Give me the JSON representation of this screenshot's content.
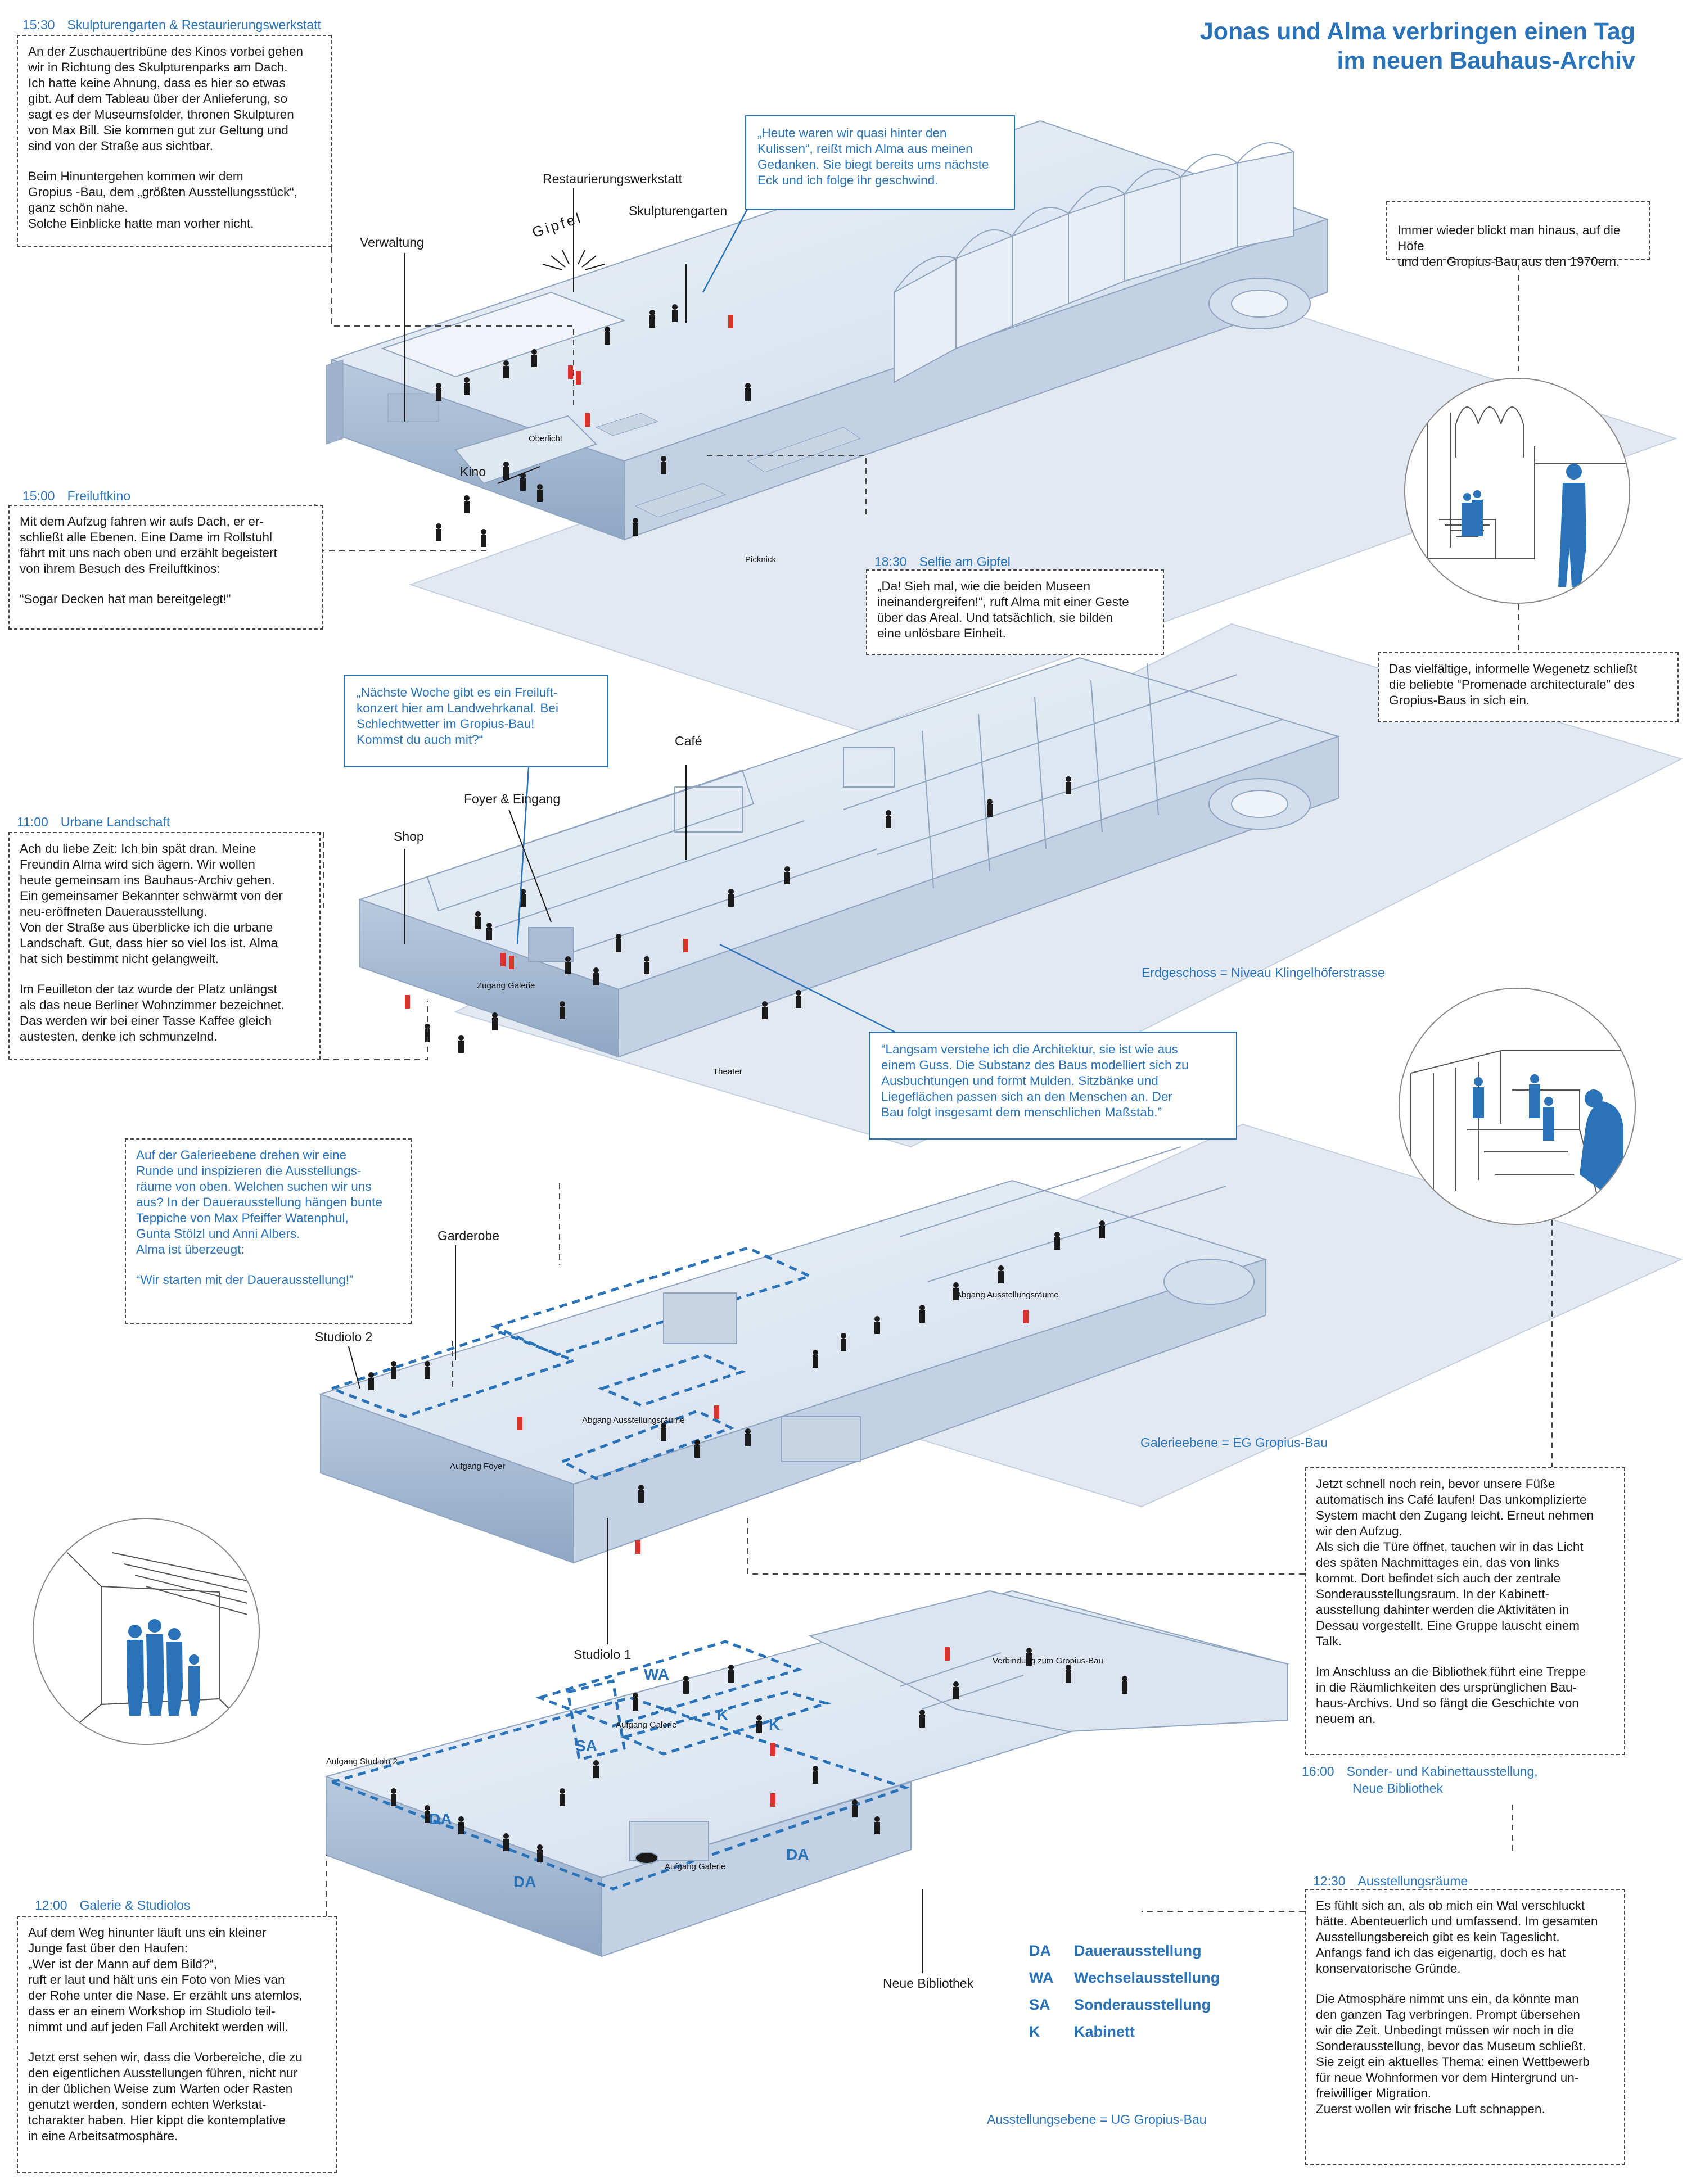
{
  "title": {
    "line1": "Jonas und Alma verbringen einen Tag",
    "line2": "im neuen Bauhaus-Archiv"
  },
  "colors": {
    "accent": "#2a73b8",
    "building": "#d8e2ef",
    "building_shadow": "#a9bcd4",
    "text": "#1a1a1a"
  },
  "stamps": {
    "s1": {
      "time": "15:30",
      "label": "Skulpturengarten & Restaurierungswerkstatt"
    },
    "s2": {
      "time": "15:00",
      "label": "Freiluftkino"
    },
    "s3": {
      "time": "18:30",
      "label": "Selfie am Gipfel"
    },
    "s4": {
      "time": "11:00",
      "label": "Urbane Landschaft"
    },
    "s5": {
      "time": "16:00",
      "label": "Sonder- und Kabinettausstellung,",
      "label2": "Neue Bibliothek"
    },
    "s6": {
      "time": "12:30",
      "label": "Ausstellungsräume"
    },
    "s7": {
      "time": "12:00",
      "label": "Galerie & Studiolos"
    }
  },
  "notes": {
    "skulpturen": {
      "p1": "An der Zuschauertribüne des Kinos vorbei gehen\nwir in Richtung des Skulpturenparks am Dach.\nIch hatte keine Ahnung, dass es hier so etwas\ngibt. Auf dem Tableau über der Anlieferung, so\nsagt es der Museumsfolder, thronen Skulpturen\nvon Max Bill. Sie kommen gut zur Geltung und\nsind von der Straße aus sichtbar.",
      "p2": "Beim Hinuntergehen kommen wir dem\nGropius -Bau, dem „größten Ausstellungsstück“,\nganz schön nahe.\nSolche Einblicke hatte man vorher nicht."
    },
    "freiluftkino": {
      "p1": "Mit dem Aufzug fahren wir aufs Dach, er er-\nschließt alle Ebenen. Eine Dame im Rollstuhl\nfährt mit uns nach oben und erzählt begeistert\nvon ihrem Besuch des Freiluftkinos:",
      "p2": "“Sogar Decken hat man bereitgelegt!”"
    },
    "selfie": {
      "p1": "„Da! Sieh mal, wie die beiden Museen\nineinandergreifen!“,  ruft Alma mit einer Geste\nüber das Areal. Und tatsächlich, sie bilden\neine unlösbare Einheit."
    },
    "hoefe": {
      "p1": "Immer wieder blickt man hinaus, auf die Höfe\nund den Gropius-Bau aus den 1970ern."
    },
    "wegenetz": {
      "p1": "Das vielfältige, informelle Wegenetz schließt\ndie beliebte “Promenade architecturale” des\nGropius-Baus in sich ein."
    },
    "urban": {
      "p1": "Ach du liebe Zeit: Ich bin spät dran. Meine\nFreundin Alma wird sich ägern. Wir wollen\nheute gemeinsam ins Bauhaus-Archiv gehen.\nEin gemeinsamer Bekannter schwärmt von der\nneu-eröffneten Dauerausstellung.\nVon der Straße aus überblicke ich die urbane\nLandschaft. Gut, dass hier so viel los ist. Alma\nhat sich bestimmt nicht gelangweilt.",
      "p2": "Im Feuilleton der taz wurde der Platz unlängst\nals das neue Berliner Wohnzimmer bezeichnet.\nDas werden wir bei einer Tasse Kaffee gleich\naustesten, denke ich schmunzelnd."
    },
    "galerieebene": {
      "p1": "Auf der Galerieebene drehen wir eine\nRunde und inspizieren die Ausstellungs-\nräume von oben. Welchen suchen wir uns\naus? In der Dauerausstellung hängen bunte\nTeppiche von Max Pfeiffer Watenphul,\nGunta Stölzl und Anni Albers.\nAlma ist überzeugt:",
      "p2": "“Wir starten mit der Dauerausstellung!”"
    },
    "cafe": {
      "p1": "Jetzt schnell noch rein, bevor unsere Füße\nautomatisch ins Café laufen! Das unkomplizierte\nSystem macht den Zugang leicht. Erneut nehmen\nwir den Aufzug.\nAls sich die Türe öffnet, tauchen wir in das Licht\ndes späten Nachmittages ein, das von links\nkommt. Dort befindet sich auch der zentrale\nSonderausstellungsraum. In der Kabinett-\nausstellung dahinter werden die Aktivitäten in\nDessau vorgestellt. Eine Gruppe lauscht einem\nTalk.",
      "p2": "Im Anschluss an die Bibliothek führt eine Treppe\nin die Räumlichkeiten des ursprünglichen Bau-\nhaus-Archivs. Und so fängt die Geschichte von\nneuem an."
    },
    "wal": {
      "p1": "Es fühlt sich an, als ob mich ein Wal verschluckt\nhätte. Abenteuerlich und umfassend. Im gesamten\nAusstellungsbereich gibt es kein Tageslicht.\nAnfangs fand ich das eigenartig, doch es hat\nkonservatorische Gründe.",
      "p2": "Die Atmosphäre nimmt uns ein, da könnte man\nden ganzen Tag verbringen. Prompt übersehen\nwir die Zeit. Unbedingt müssen wir noch in die\nSonderausstellung, bevor das Museum schließt.\nSie zeigt ein aktuelles Thema: einen Wettbewerb\nfür neue Wohnformen vor dem Hintergrund un-\nfreiwilliger Migration.\nZuerst wollen wir frische Luft schnappen."
    },
    "studiolos": {
      "p1": "Auf dem Weg hinunter läuft uns ein kleiner\nJunge fast über den Haufen:\n„Wer ist der Mann auf dem Bild?“,\nruft er laut und hält uns ein Foto von Mies van\nder Rohe unter die Nase. Er erzählt uns atemlos,\ndass er an einem Workshop im Studiolo teil-\nnimmt und auf jeden Fall Architekt werden will.",
      "p2": "Jetzt erst sehen wir, dass die Vorbereiche, die zu\nden eigentlichen Ausstellungen führen, nicht nur\nin der üblichen Weise zum Warten oder Rasten\ngenutzt werden, sondern echten Werkstat-\ntcharakter haben. Hier kippt die kontemplative\nin eine Arbeitsatmosphäre."
    }
  },
  "bubbles": {
    "kulissen": "„Heute waren wir quasi hinter den\nKulissen“, reißt mich Alma aus meinen\nGedanken. Sie biegt bereits ums nächste\nEck und ich folge ihr geschwind.",
    "konzert": "„Nächste Woche gibt es ein Freiluft-\nkonzert hier am Landwehrkanal. Bei\nSchlechtwetter im Gropius-Bau!\nKommst du auch mit?“",
    "guss": "“Langsam verstehe ich die Architektur, sie ist wie aus\neinem Guss. Die Substanz des Baus modelliert sich zu\nAusbuchtungen und formt Mulden. Sitzbänke und\nLiegeflächen passen sich an den Menschen an. Der\nBau folgt insgesamt dem menschlichen Maßstab.”"
  },
  "labels": {
    "verwaltung": "Verwaltung",
    "restaurierung": "Restaurierungswerkstatt",
    "skulpturengarten": "Skulpturengarten",
    "gipfel": "Gipfel",
    "kino": "Kino",
    "oberlicht": "Oberlicht",
    "picknick": "Picknick",
    "cafe": "Café",
    "foyer": "Foyer & Eingang",
    "shop": "Shop",
    "zugang_galerie": "Zugang Galerie",
    "theater": "Theater",
    "garderobe": "Garderobe",
    "studiolo2": "Studiolo 2",
    "studiolo1": "Studiolo 1",
    "abgang_ausst1": "Abgang Ausstellungsräume",
    "abgang_ausst2": "Abgang Ausstellungsräume",
    "aufgang_foyer": "Aufgang Foyer",
    "aufgang_studiolo2": "Aufgang Studiolo 2",
    "aufgang_galerie1": "Aufgang Galerie",
    "aufgang_galerie2": "Aufgang Galerie",
    "verbindung": "Verbindung zum Gropius-Bau",
    "neue_bibliothek": "Neue Bibliothek"
  },
  "levels": {
    "eg": "Erdgeschoss = Niveau Klingelhöferstrasse",
    "galerie": "Galerieebene = EG Gropius-Bau",
    "ausstellung": "Ausstellungsebene = UG Gropius-Bau"
  },
  "zones": {
    "wa": "WA",
    "k1": "K",
    "k2": "K",
    "sa": "SA",
    "da1": "DA",
    "da2": "DA",
    "da3": "DA"
  },
  "legend": [
    {
      "abbr": "DA",
      "text": "Dauerausstellung"
    },
    {
      "abbr": "WA",
      "text": "Wechselausstellung"
    },
    {
      "abbr": "SA",
      "text": "Sonderausstellung"
    },
    {
      "abbr": "K",
      "text": "Kabinett"
    }
  ]
}
